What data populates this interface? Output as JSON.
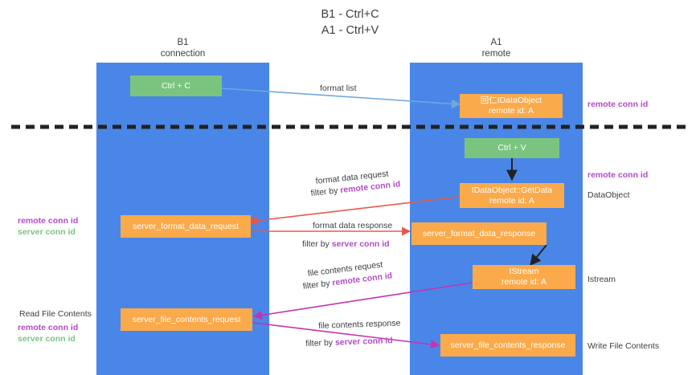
{
  "title": "B1 - Ctrl+C\nA1 - Ctrl+V",
  "colors": {
    "lane": "#4a86e8",
    "green_node": "#7ac47f",
    "orange_node": "#fbaa4b",
    "purple_text": "#b24bc8",
    "green_text": "#7ac47f",
    "dark_text": "#3c4043",
    "arrow_blue": "#6fa8dc",
    "arrow_red": "#e8584a",
    "arrow_magenta": "#c233b0",
    "arrow_black": "#222222"
  },
  "lanes": [
    {
      "id": "b1",
      "header": "B1\nconnection"
    },
    {
      "id": "a1",
      "header": "A1\nremote"
    }
  ],
  "nodes": [
    {
      "id": "ctrl-c",
      "label": "Ctrl + C",
      "kind": "green"
    },
    {
      "id": "idataobject",
      "label": "回仁IDataObject\nremote id: A",
      "kind": "orange"
    },
    {
      "id": "ctrl-v",
      "label": "Ctrl + V",
      "kind": "green"
    },
    {
      "id": "idataobject-getdata",
      "label": "IDataObject::GetData\nremote id: A",
      "kind": "orange"
    },
    {
      "id": "server-format-data-request",
      "label": "server_format_data_request",
      "kind": "orange"
    },
    {
      "id": "server-format-data-response",
      "label": "server_format_data_response",
      "kind": "orange"
    },
    {
      "id": "istream",
      "label": "IStream\nremote id: A",
      "kind": "orange"
    },
    {
      "id": "server-file-contents-request",
      "label": "server_file_contents_request",
      "kind": "orange"
    },
    {
      "id": "server-file-contents-response",
      "label": "server_file_contents_response",
      "kind": "orange"
    }
  ],
  "edge_labels": [
    {
      "id": "format-list",
      "text": "format list"
    },
    {
      "id": "format-data-request",
      "text": "format data request"
    },
    {
      "id": "format-data-request-filter-prefix",
      "text": "filter by "
    },
    {
      "id": "format-data-request-filter-key",
      "text": "remote conn id"
    },
    {
      "id": "format-data-response",
      "text": "format data response"
    },
    {
      "id": "format-data-response-filter-prefix",
      "text": "filter by "
    },
    {
      "id": "format-data-response-filter-key",
      "text": "server conn id"
    },
    {
      "id": "file-contents-request",
      "text": "file contents request"
    },
    {
      "id": "file-contents-request-filter-prefix",
      "text": "filter by "
    },
    {
      "id": "file-contents-request-filter-key",
      "text": "remote conn id"
    },
    {
      "id": "file-contents-response",
      "text": "file contents response"
    },
    {
      "id": "file-contents-response-filter-prefix",
      "text": "filter by "
    },
    {
      "id": "file-contents-response-filter-key",
      "text": "server conn id"
    }
  ],
  "annotations": {
    "right_remote_conn_id_top": "remote conn id",
    "right_remote_conn_id_mid": "remote conn id",
    "right_dataobject": "DataObject",
    "right_istream": "Istream",
    "right_write_file_contents": "Write File Contents",
    "left_format_keys_purple": "remote conn id",
    "left_format_keys_green": "server conn id",
    "left_read_file_contents": "Read File Contents",
    "left_file_keys_purple": "remote conn id",
    "left_file_keys_green": "server conn id"
  }
}
